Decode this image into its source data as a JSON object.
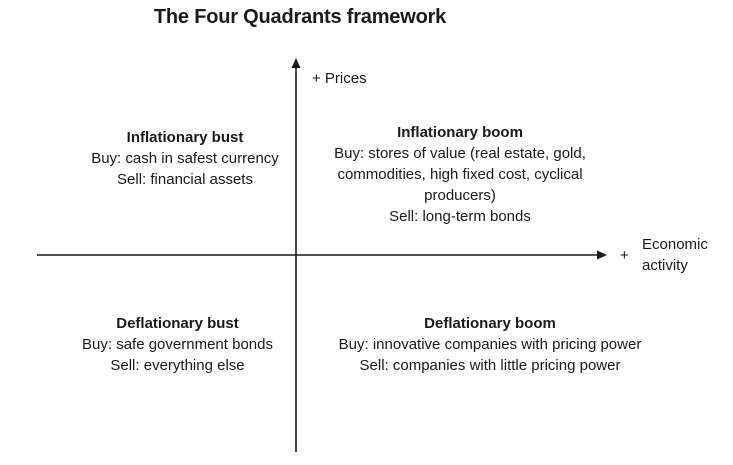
{
  "title": "The Four Quadrants framework",
  "axes": {
    "y_label": "+ Prices",
    "x_plus": "+",
    "x_label": [
      "Economic",
      "activity"
    ]
  },
  "quadrants": {
    "inflationary_bust": {
      "heading": "Inflationary bust",
      "lines": [
        "Buy: cash in safest currency",
        "Sell: financial assets"
      ]
    },
    "inflationary_boom": {
      "heading": "Inflationary boom",
      "lines": [
        "Buy: stores of value (real estate, gold,",
        "commodities, high fixed cost, cyclical",
        "producers)",
        "Sell: long-term bonds"
      ]
    },
    "deflationary_bust": {
      "heading": "Deflationary bust",
      "lines": [
        "Buy: safe government bonds",
        "Sell: everything else"
      ]
    },
    "deflationary_boom": {
      "heading": "Deflationary boom",
      "lines": [
        "Buy: innovative companies with pricing power",
        "Sell: companies with little pricing power"
      ]
    }
  }
}
